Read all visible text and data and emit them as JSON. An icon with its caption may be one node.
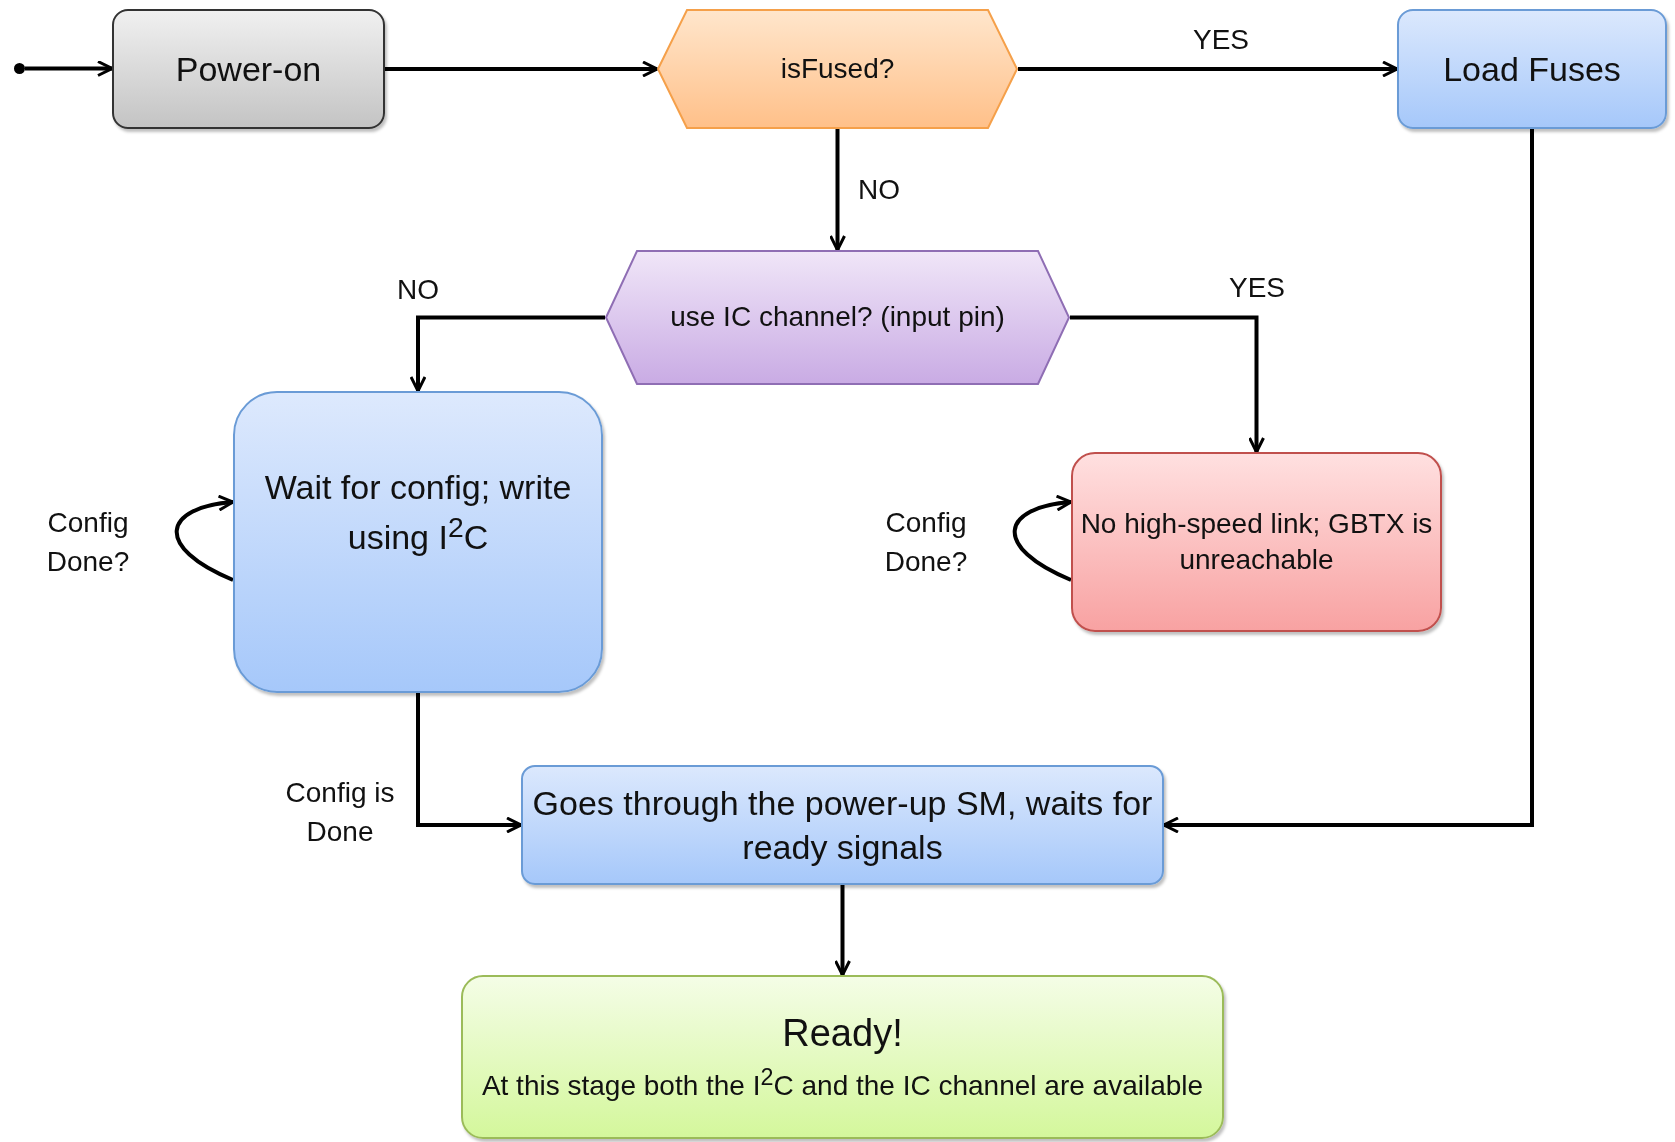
{
  "diagram": {
    "nodes": [
      {
        "text": [],
        "shape": "circle"
      },
      {
        "text": [
          "Power-on"
        ]
      },
      {
        "text": [
          "isFused?"
        ]
      },
      {
        "text": [
          "Load Fuses"
        ]
      },
      {
        "text": [
          "use IC channel? (input pin)"
        ]
      },
      {
        "text": [
          "Wait for config; write using I$^{2}$C"
        ]
      },
      {
        "text": [
          "No high-speed link; GBTX is unreachable"
        ]
      },
      {
        "text": [
          "Goes through the power-up SM, waits for ready signals"
        ]
      },
      {
        "text": [
          "Ready!",
          "At this stage both the I$^{2}$C and the IC channel are available"
        ]
      }
    ],
    "edges": [
      {
        "from": 0,
        "to": 1,
        "arrow": "to"
      },
      {
        "from": 1,
        "to": 2,
        "arrow": "to"
      },
      {
        "from": 2,
        "to": 3,
        "arrow": "to",
        "label": "YES"
      },
      {
        "from": 2,
        "to": 4,
        "arrow": "to",
        "label": "NO"
      },
      {
        "from": 4,
        "to": 5,
        "arrow": "to",
        "label": "NO"
      },
      {
        "from": 4,
        "to": 6,
        "arrow": "to",
        "label": "YES"
      },
      {
        "from": 5,
        "to": 5,
        "arrow": "to",
        "label": "Config Done?"
      },
      {
        "from": 6,
        "to": 6,
        "arrow": "to",
        "label": "Config Done?"
      },
      {
        "from": 5,
        "to": 7,
        "arrow": "to",
        "label": "Config is Done"
      },
      {
        "from": 3,
        "to": 7,
        "arrow": "to"
      },
      {
        "from": 7,
        "to": 8,
        "arrow": "to"
      }
    ]
  }
}
